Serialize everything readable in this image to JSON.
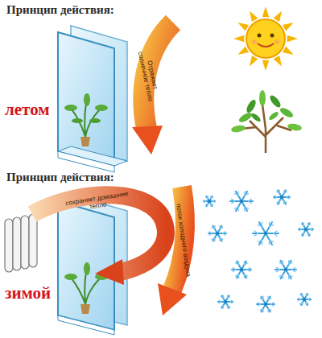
{
  "diagram": {
    "labels": [
      "Принцип действия:",
      "летом",
      "Отражает солнечное тепло",
      "Принцип действия:",
      "сохраняет домашнее тепло",
      "поток холодного воздуха",
      "зимой"
    ]
  }
}
